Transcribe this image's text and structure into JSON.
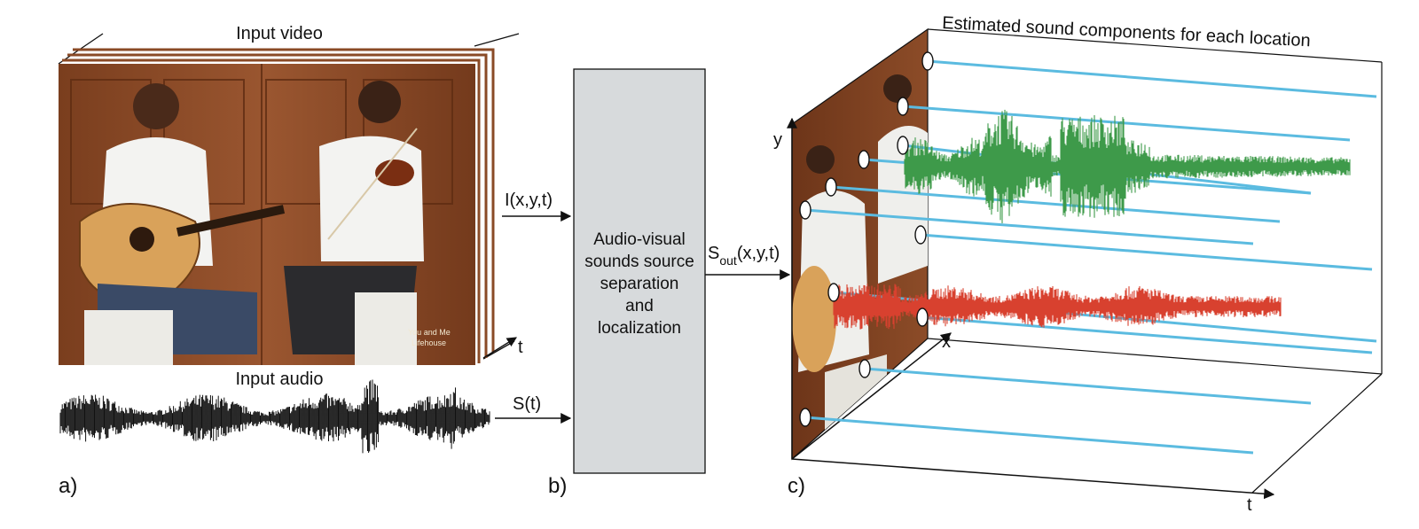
{
  "panels": {
    "a": {
      "label": "a)",
      "video_title": "Input video",
      "audio_title": "Input audio",
      "time_axis": "t",
      "watermark_line1": "You and Me",
      "watermark_line2": "Lifehouse"
    },
    "b": {
      "label": "b)",
      "input_video_signal": "I(x,y,t)",
      "input_audio_signal": "S(t)",
      "box_lines": [
        "Audio-visual",
        "sounds source",
        "separation",
        "and",
        "localization"
      ],
      "output_signal_main": "S",
      "output_signal_sub": "out",
      "output_signal_args": "(x,y,t)"
    },
    "c": {
      "label": "c)",
      "title": "Estimated sound components for each location",
      "axis_y": "y",
      "axis_x": "x",
      "axis_t": "t"
    }
  },
  "colors": {
    "location_lines": "#5bbbe0",
    "violin_component": "#3e9a4a",
    "guitar_component": "#d8412f",
    "box_fill": "#d7dadc",
    "wood": "#8a4a26"
  }
}
